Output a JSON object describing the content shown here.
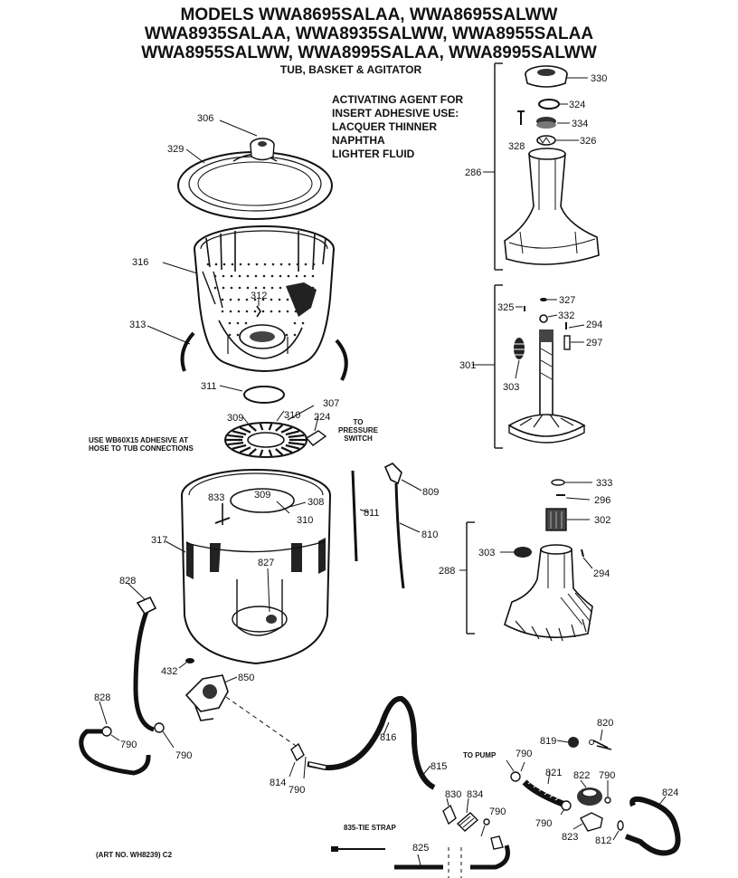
{
  "header": {
    "cut_line": "",
    "line1": "MODELS WWA8695SALAA, WWA8695SALWW",
    "line2": "WWA8935SALAA, WWA8935SALWW, WWA8955SALAA",
    "line3": "WWA8955SALWW, WWA8995SALAA, WWA8995SALWW",
    "subtitle": "TUB, BASKET & AGITATOR"
  },
  "notes": {
    "activating_agent": [
      "ACTIVATING AGENT FOR",
      "INSERT ADHESIVE USE:",
      "LACQUER THINNER",
      "NAPHTHA",
      "LIGHTER FLUID"
    ],
    "adhesive": [
      "USE WB60X15 ADHESIVE AT",
      "HOSE TO TUB CONNECTIONS"
    ],
    "pressure_switch": [
      "TO",
      "PRESSURE",
      "SWITCH"
    ],
    "to_pump": "TO PUMP",
    "tie_strap": "835-TIE STRAP",
    "art_no": "(ART NO. WH8239) C2"
  },
  "callouts": {
    "c330": "330",
    "c324": "324",
    "c334": "334",
    "c328": "328",
    "c326": "326",
    "c286": "286",
    "c325": "325",
    "c327": "327",
    "c332": "332",
    "c294a": "294",
    "c297": "297",
    "c301": "301",
    "c303a": "303",
    "c333": "333",
    "c296": "296",
    "c302": "302",
    "c303b": "303",
    "c294b": "294",
    "c288": "288",
    "c306": "306",
    "c329": "329",
    "c316": "316",
    "c312": "312",
    "c313": "313",
    "c311": "311",
    "c307": "307",
    "c309a": "309",
    "c310a": "310",
    "c224": "224",
    "c833": "833",
    "c309b": "309",
    "c308": "308",
    "c310b": "310",
    "c317": "317",
    "c827": "827",
    "c811": "811",
    "c809": "809",
    "c810": "810",
    "c828a": "828",
    "c828b": "828",
    "c432": "432",
    "c850": "850",
    "c790a": "790",
    "c790b": "790",
    "c790c": "790",
    "c790d": "790",
    "c790e": "790",
    "c790f": "790",
    "c790g": "790",
    "c814": "814",
    "c816": "816",
    "c815": "815",
    "c830": "830",
    "c834": "834",
    "c825": "825",
    "c821": "821",
    "c822": "822",
    "c819": "819",
    "c820": "820",
    "c823": "823",
    "c812": "812",
    "c824": "824"
  }
}
